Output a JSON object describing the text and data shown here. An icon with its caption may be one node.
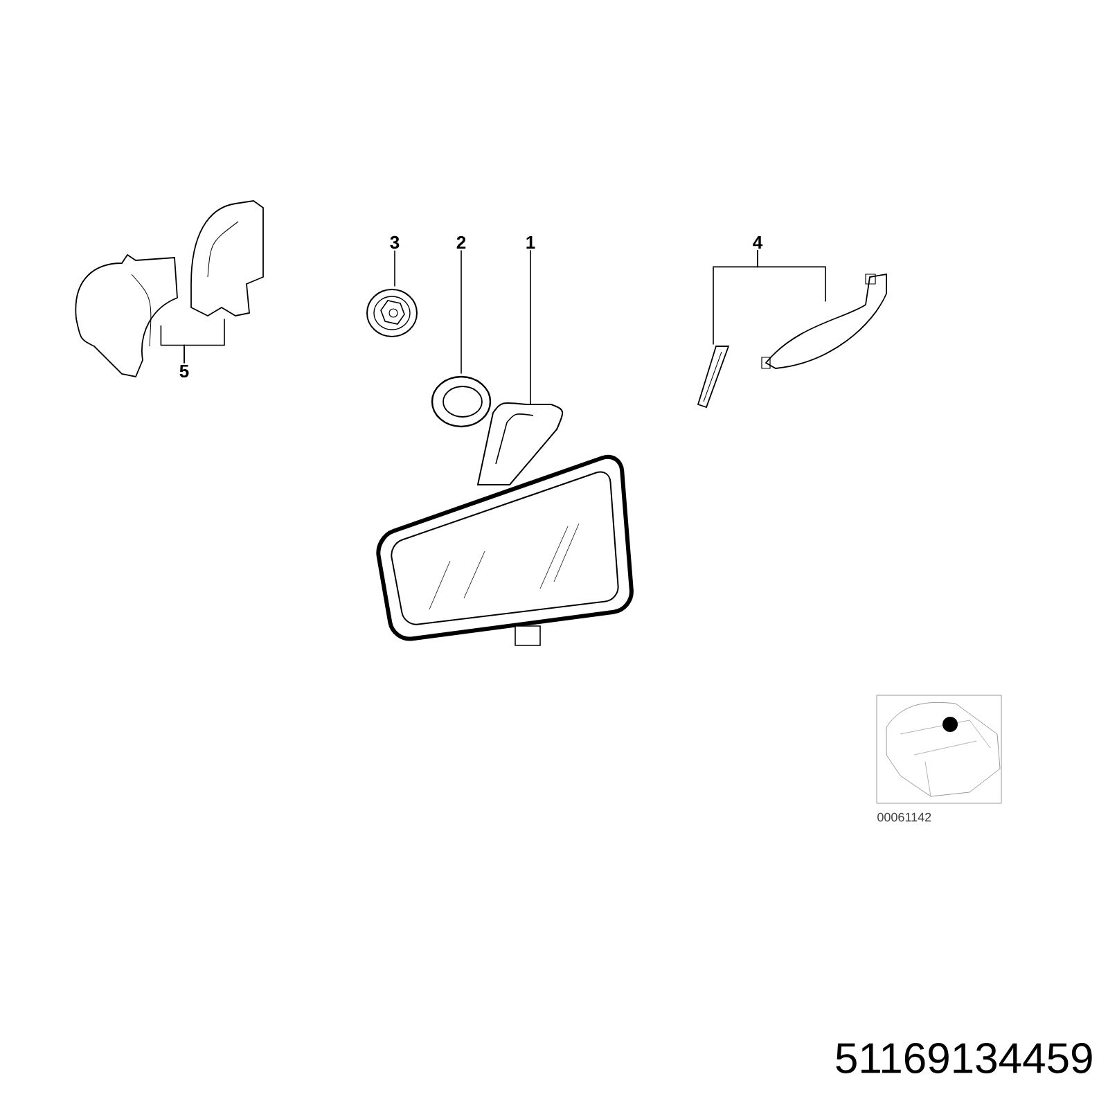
{
  "diagram": {
    "nodes": [
      {
        "text": [
          "3"
        ]
      },
      {
        "text": [],
        "shape": "picture"
      },
      {
        "text": [
          "2"
        ]
      },
      {
        "text": [],
        "shape": "picture"
      },
      {
        "text": [
          "1"
        ]
      },
      {
        "text": [],
        "shape": "picture"
      },
      {
        "text": [
          "4"
        ]
      },
      {
        "text": [],
        "shape": "picture"
      },
      {
        "text": [],
        "shape": "picture"
      },
      {
        "text": [
          "5"
        ]
      },
      {
        "text": [],
        "shape": "picture"
      },
      {
        "text": [],
        "shape": "picture"
      }
    ],
    "edges": [
      {
        "from": 0,
        "to": 1,
        "arrow": "none"
      },
      {
        "from": 2,
        "to": 3,
        "arrow": "none"
      },
      {
        "from": 4,
        "to": 5,
        "arrow": "none"
      },
      {
        "from": 6,
        "to": 7,
        "arrow": "none"
      },
      {
        "from": 6,
        "to": 8,
        "arrow": "none"
      },
      {
        "from": 9,
        "to": 10,
        "arrow": "none"
      },
      {
        "from": 9,
        "to": 11,
        "arrow": "none"
      }
    ],
    "labels": [
      "00061142",
      "51169134459"
    ]
  }
}
